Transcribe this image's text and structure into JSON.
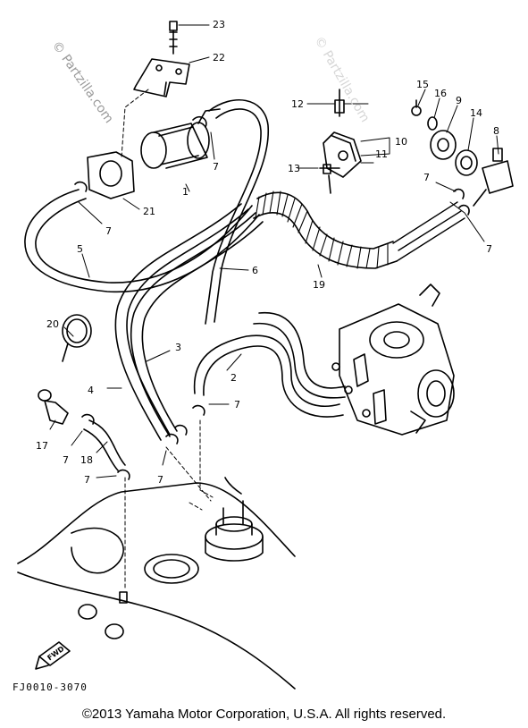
{
  "watermark": {
    "primary": "© Partzilla.com",
    "secondary": "© Partzilla.com"
  },
  "callouts": [
    "23",
    "22",
    "12",
    "15",
    "16",
    "9",
    "14",
    "8",
    "10",
    "11",
    "13",
    "7",
    "7",
    "7",
    "7",
    "1",
    "21",
    "7",
    "5",
    "6",
    "19",
    "20",
    "3",
    "4",
    "2",
    "7",
    "17",
    "7",
    "18",
    "7",
    "7"
  ],
  "fwd_label": "FWD",
  "part_code": "FJ0010-3070",
  "copyright": "©2013 Yamaha Motor Corporation, U.S.A. All rights reserved."
}
